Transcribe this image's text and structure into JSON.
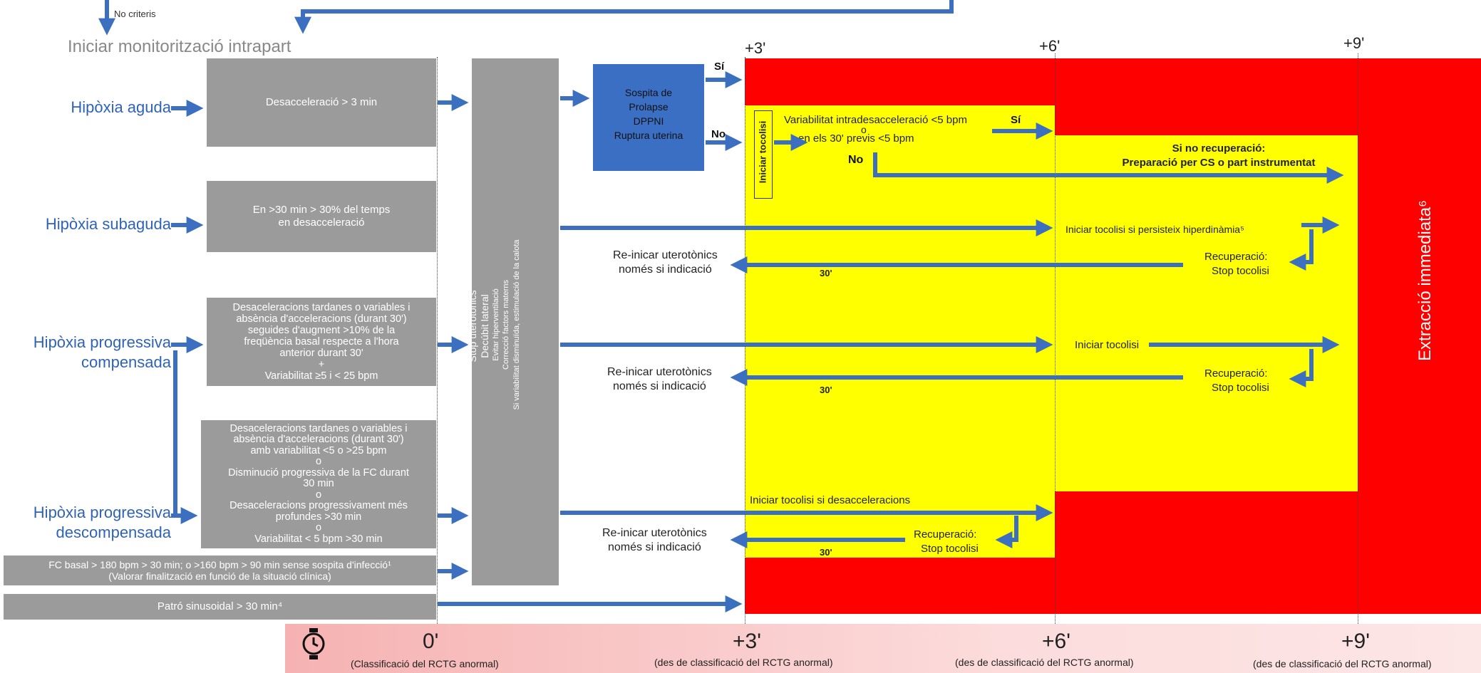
{
  "top": {
    "no_criteris": "No criteris",
    "iniciar_monitoritzacio": "Iniciar monitorització intrapart"
  },
  "hipoxia": {
    "aguda": "Hipòxia aguda",
    "subaguda": "Hipòxia subaguda",
    "progressiva_compensada_1": "Hipòxia progressiva",
    "progressiva_compensada_2": "compensada",
    "progressiva_descompensada_1": "Hipòxia progressiva",
    "progressiva_descompensada_2": "descompensada"
  },
  "criteria": {
    "aguda": "Desacceleració > 3 min",
    "subaguda_1": "En >30 min > 30% del temps",
    "subaguda_2": "en desacceleració",
    "comp_1": "Desaceleracions tardanes o variables i",
    "comp_2": "absència d'acceleracions (durant 30')",
    "comp_3": "seguides d'augment >10% de la",
    "comp_4": "freqüència basal respecte a l'hora",
    "comp_5": "anterior durant 30'",
    "comp_6": "+",
    "comp_7": "Variabilitat ≥5 i < 25 bpm",
    "desc_1": "Desaceleracions tardanes o variables i",
    "desc_2": "absència d'acceleracions (durant 30')",
    "desc_3": "amb variabilitat <5 o >25 bpm",
    "desc_4": "o",
    "desc_5": "Disminució progressiva de la FC durant",
    "desc_6": "30 min",
    "desc_7": "o",
    "desc_8": "Desaceleracions progressivament més",
    "desc_9": "profundes >30 min",
    "desc_10": "o",
    "desc_11": "Variabilitat < 5 bpm >30 min",
    "fc_1": "FC basal > 180 bpm > 30 min; o >160 bpm > 90 min sense sospita d'infecció¹",
    "fc_2": "(Valorar finalització en funció de la situació clínica)",
    "sinusoidal": "Patró sinusoidal > 30 min⁴"
  },
  "stop_col": {
    "l1": "Stop uterotònics",
    "l2": "Decúbit lateral",
    "l3": "Evitar hiperventilació",
    "l4": "Correcció factors materns",
    "l5": "Si variabilitat disminuïda, estimulació de la calota"
  },
  "blue_box": {
    "l1": "Sospita de",
    "l2": "Prolapse",
    "l3": "DPPNI",
    "l4": "Ruptura uterina"
  },
  "labels": {
    "si": "Sí",
    "no": "No",
    "si2": "Sí",
    "no2": "No",
    "iniciar_tocolisi_vertical": "Iniciar tocolisi",
    "variabilitat_1": "Variabilitat intradesacceleració <5 bpm",
    "variabilitat_2": "o",
    "variabilitat_3": "en els 30' previs <5 bpm",
    "si_no_rec_1": "Si no recuperació:",
    "si_no_rec_2": "Preparació per CS o part instrumentat",
    "iniciar_tocolisi_persisteix": "Iniciar tocolisi si persisteix hiperdinàmia⁵",
    "iniciar_tocolisi": "Iniciar tocolisi",
    "iniciar_tocolisi_desacc": "Iniciar tocolisi si desacceleracions",
    "recuperacio": "Recuperació:",
    "stop_tocolisi": "Stop tocolisi",
    "reinicar_1": "Re-inicar uterotònics",
    "reinicar_2": "només si indicació",
    "trenta": "30'",
    "extraccio": "Extracció immediata⁶"
  },
  "time": {
    "t0": "0'",
    "t3": "+3'",
    "t6": "+6'",
    "t9": "+9'",
    "s0": "(Classificació del RCTG anormal)",
    "s3": "(des de classificació del RCTG anormal)",
    "s6": "(des de classificació del RCTG anormal)",
    "s9": "(des de classificació del RCTG anormal)",
    "top3": "+3'",
    "top6": "+6'",
    "top9": "+9'"
  },
  "colors": {
    "red": "#ff0000",
    "yellow": "#ffff00",
    "gray": "#9b9b9b",
    "blue": "#2f63b8",
    "boxblue": "#3a6fc4"
  }
}
